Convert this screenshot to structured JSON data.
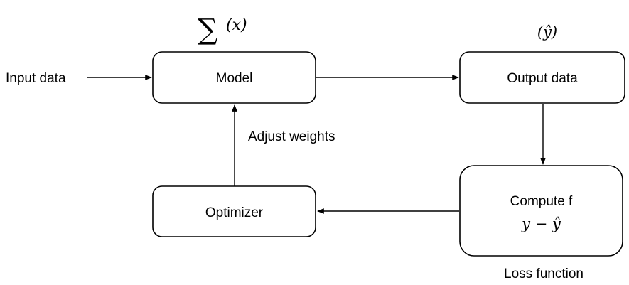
{
  "nodes": {
    "model": {
      "label": "Model",
      "annotation": "∑(x)",
      "annotation_symbol": "∑",
      "annotation_arg": "(x)"
    },
    "output": {
      "label": "Output data",
      "annotation": "(ŷ)"
    },
    "loss": {
      "label": "Compute f",
      "formula": "y − ŷ",
      "caption": "Loss function"
    },
    "optimizer": {
      "label": "Optimizer"
    }
  },
  "labels": {
    "input": "Input data",
    "feedback": "Adjust weights"
  },
  "edges": [
    {
      "from": "input",
      "to": "model"
    },
    {
      "from": "model",
      "to": "output"
    },
    {
      "from": "output",
      "to": "loss"
    },
    {
      "from": "loss",
      "to": "optimizer"
    },
    {
      "from": "optimizer",
      "to": "model"
    }
  ]
}
